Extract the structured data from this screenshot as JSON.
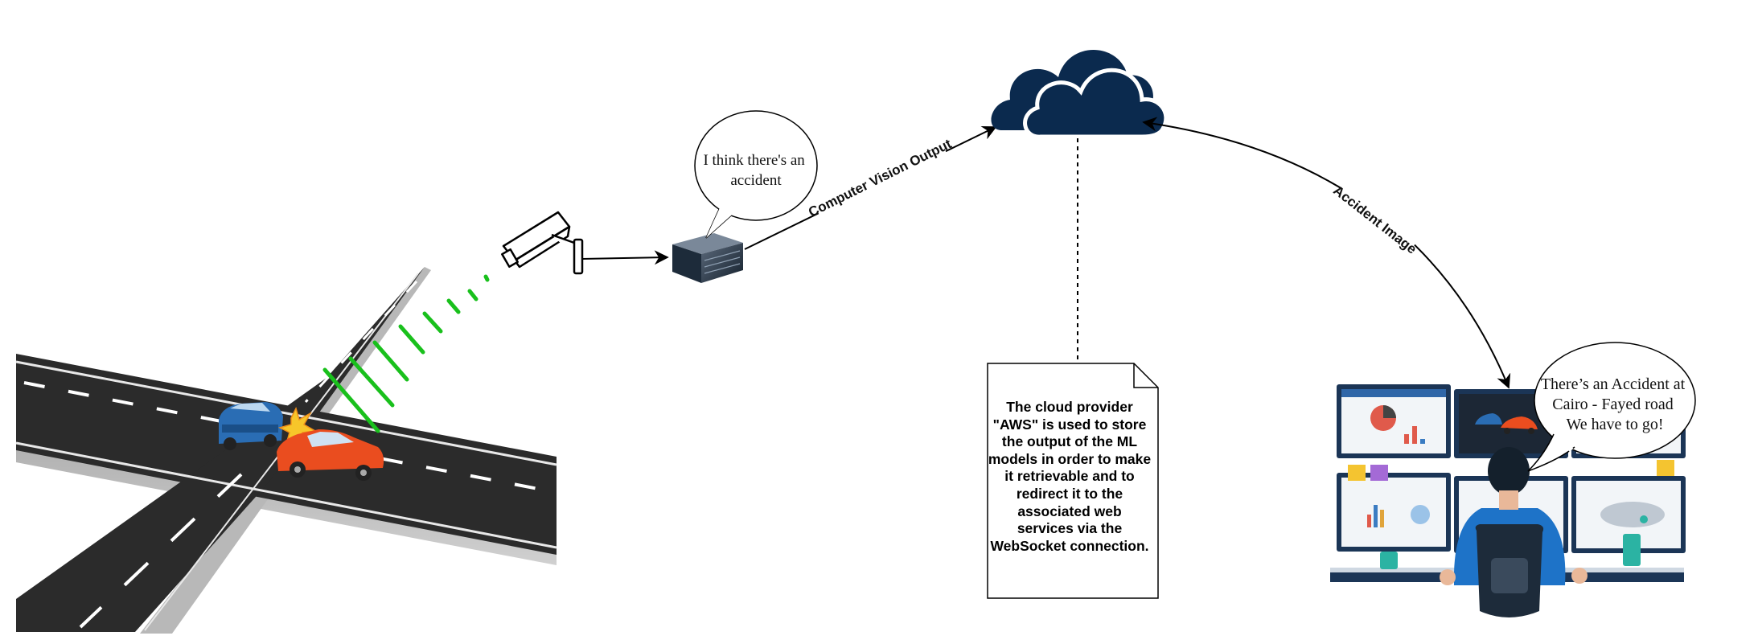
{
  "bubbles": {
    "server_thought": [
      "I think there's an",
      "accident"
    ],
    "operator_speech": [
      "There’s an Accident at",
      "Cairo - Fayed road",
      "We have to go!"
    ]
  },
  "edges": {
    "cv_output": "Computer Vision Output",
    "accident_image": "Accident Image"
  },
  "note": {
    "text": "The cloud provider \"AWS\" is used to store the output of the ML models in order to make it retrievable and to redirect it to the associated web services via the WebSocket connection."
  },
  "colors": {
    "cloud": "#0b2a4e",
    "signal": "#19c01c",
    "road": "#2b2b2b",
    "car_red": "#ea4d1f",
    "car_blue": "#2a6db4",
    "operator_shirt": "#1e73c8"
  }
}
